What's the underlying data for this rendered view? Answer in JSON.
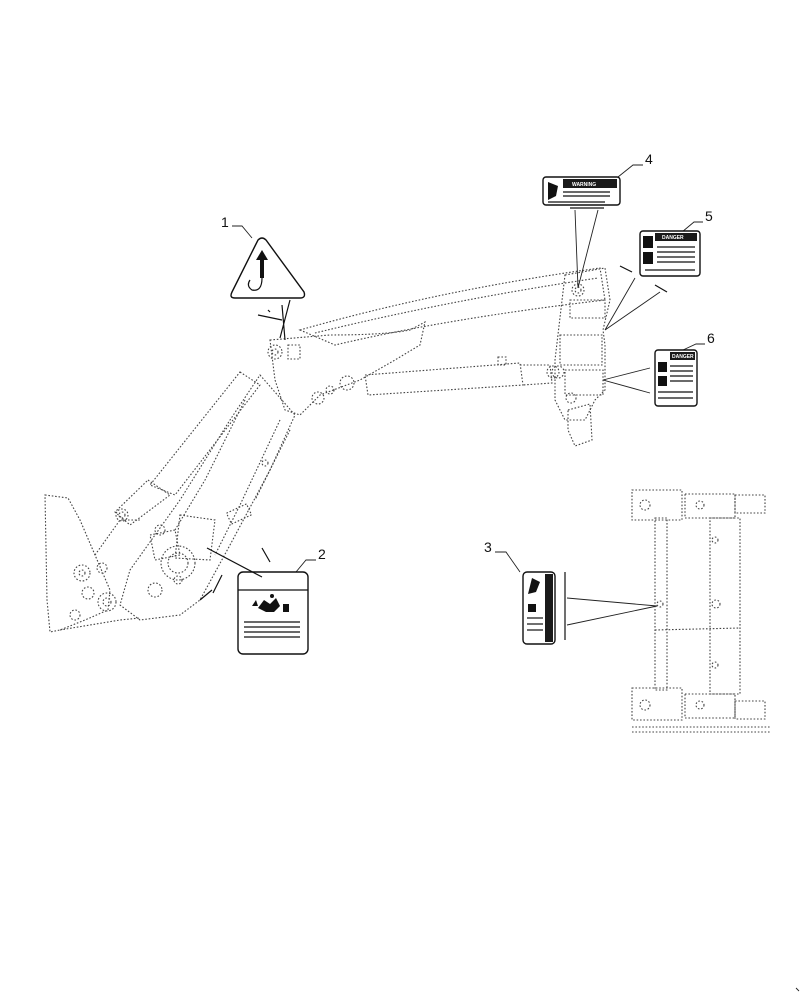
{
  "callouts": [
    {
      "number": "1",
      "decal": "lift-hook-decal"
    },
    {
      "number": "2",
      "decal": "crush-hazard-decal"
    },
    {
      "number": "3",
      "decal": "warning-decal"
    },
    {
      "number": "4",
      "decal": "warning-decal"
    },
    {
      "number": "5",
      "decal": "danger-decal"
    },
    {
      "number": "6",
      "decal": "danger-decal"
    }
  ],
  "decal_text": {
    "warning_header": "WARNING",
    "danger_header": "DANGER"
  },
  "colors": {
    "line": "#444444",
    "ink": "#111111",
    "background": "#ffffff"
  }
}
